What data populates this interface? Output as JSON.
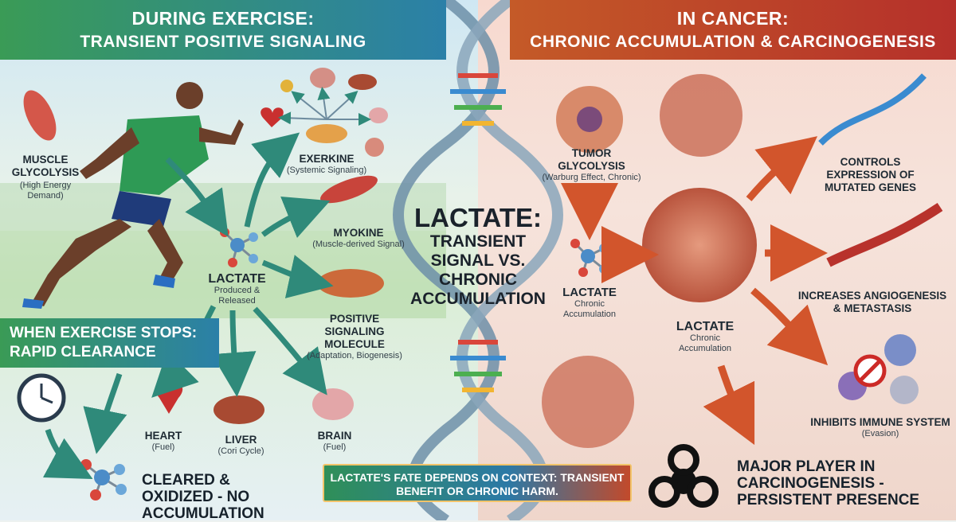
{
  "colors": {
    "exercise_green": "#3a9b56",
    "exercise_blue": "#2b80a8",
    "cancer_orange": "#c45a28",
    "cancer_red": "#b5302a",
    "arrow_teal": "#2f8a7a",
    "arrow_orange": "#d2552c"
  },
  "exercise": {
    "banner_line1": "During Exercise:",
    "banner_line2": "Transient Positive Signaling",
    "muscle": {
      "title": "Muscle Glycolysis",
      "sub": "(High Energy Demand)"
    },
    "lactate": {
      "title": "Lactate",
      "sub": "Produced & Released"
    },
    "exerkine": {
      "title": "Exerkine",
      "sub": "(Systemic Signaling)"
    },
    "myokine": {
      "title": "Myokine",
      "sub": "(Muscle-derived Signal)"
    },
    "signaling": {
      "title": "Positive Signaling Molecule",
      "sub": "(Adaptation, Biogenesis)"
    },
    "stops_banner": "When Exercise Stops: Rapid Clearance",
    "heart": {
      "title": "Heart",
      "sub": "(Fuel)"
    },
    "liver": {
      "title": "Liver",
      "sub": "(Cori Cycle)"
    },
    "brain": {
      "title": "Brain",
      "sub": "(Fuel)"
    },
    "cleared": "Cleared & Oxidized - No Accumulation"
  },
  "center": {
    "title_main": "Lactate:",
    "title_rest": "Transient Signal vs. Chronic Accumulation",
    "bottom_banner": "Lactate's fate depends on context: Transient benefit or chronic harm."
  },
  "cancer": {
    "banner_line1": "In Cancer:",
    "banner_line2": "Chronic Accumulation & Carcinogenesis",
    "tumor": {
      "title": "Tumor Glycolysis",
      "sub": "(Warburg Effect, Chronic)"
    },
    "lactate_small": {
      "title": "Lactate",
      "sub": "Chronic Accumulation"
    },
    "lactate_big": {
      "title": "Lactate",
      "sub": "Chronic Accumulation"
    },
    "genes": "Controls Expression of Mutated Genes",
    "angio": "Increases Angiogenesis & Metastasis",
    "immune": {
      "title": "Inhibits Immune System",
      "sub": "(Evasion)"
    },
    "major": "Major Player in Carcinogenesis - Persistent Presence"
  }
}
